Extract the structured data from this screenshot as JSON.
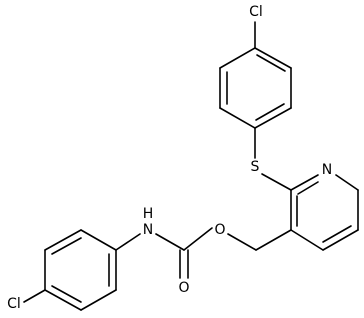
{
  "diagram": {
    "type": "chemical-structure",
    "atoms": {
      "cl_top": "Cl",
      "s": "S",
      "n_pyridine": "N",
      "o_ester": "O",
      "o_carbonyl": "O",
      "nh": "H",
      "nh_n": "N",
      "cl_bottom": "Cl"
    },
    "colors": {
      "bond": "#000000",
      "label": "#000000",
      "background": "#ffffff"
    }
  }
}
